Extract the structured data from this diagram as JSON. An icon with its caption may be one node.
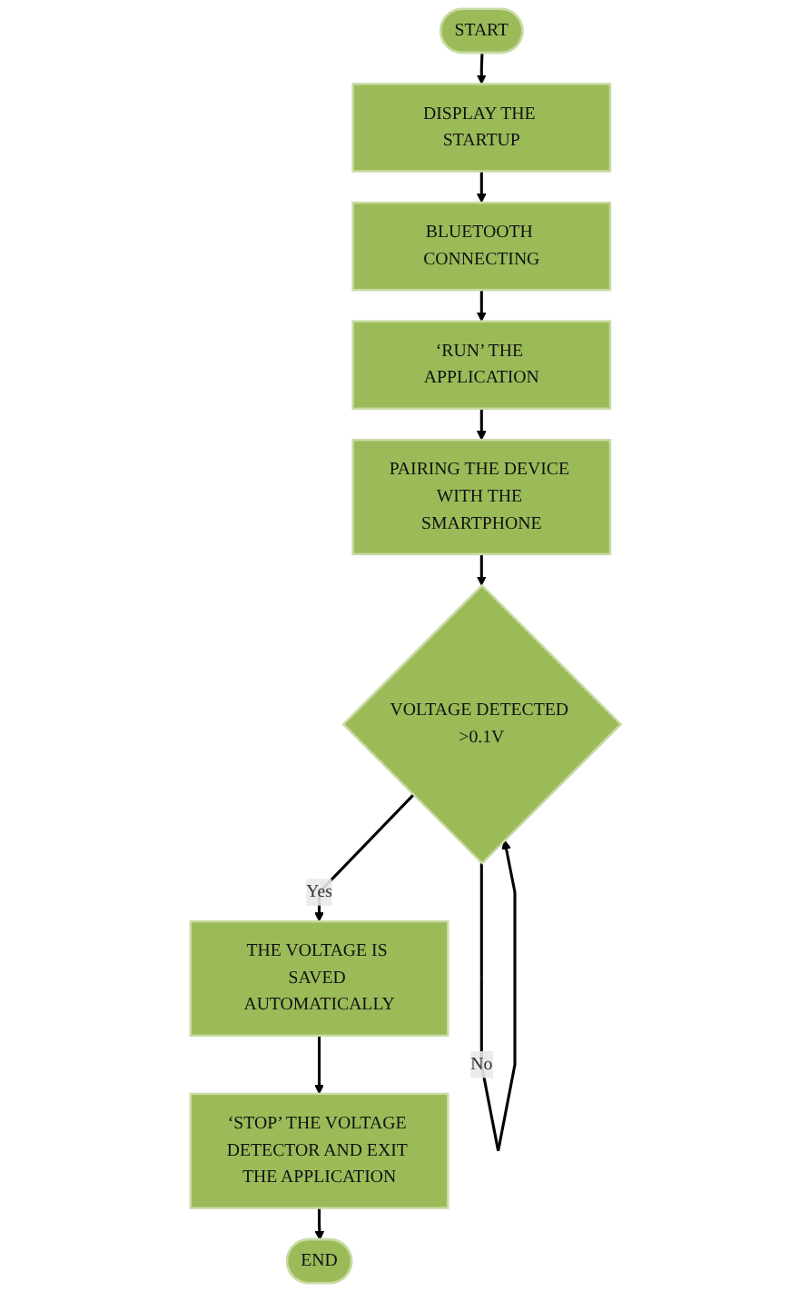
{
  "diagram": {
    "nodes": [
      {
        "text": [
          "START"
        ]
      },
      {
        "text": [
          "DISPLAY THE STARTUP"
        ]
      },
      {
        "text": [
          "BLUETOOTH CONNECTING"
        ]
      },
      {
        "text": [
          "‘RUN’ THE APPLICATION"
        ]
      },
      {
        "text": [
          "PAIRING THE DEVICE WITH THE SMARTPHONE"
        ]
      },
      {
        "text": [
          "VOLTAGE DETECTED >0.1V"
        ]
      },
      {
        "text": [
          "THE VOLTAGE IS SAVED AUTOMATICALLY"
        ]
      },
      {
        "text": [
          "‘STOP’ THE VOLTAGE DETECTOR AND EXIT THE APPLICATION"
        ]
      },
      {
        "text": [
          "END"
        ]
      }
    ],
    "edges": [
      {
        "from": 0,
        "to": 1,
        "arrow": "to"
      },
      {
        "from": 1,
        "to": 2,
        "arrow": "to"
      },
      {
        "from": 2,
        "to": 3,
        "arrow": "to"
      },
      {
        "from": 3,
        "to": 4,
        "arrow": "to"
      },
      {
        "from": 4,
        "to": 5,
        "arrow": "to"
      },
      {
        "from": 5,
        "to": 5,
        "label": "No",
        "arrow": "to"
      },
      {
        "from": 5,
        "to": 6,
        "label": "Yes",
        "arrow": "to"
      },
      {
        "from": 6,
        "to": 7,
        "arrow": "to"
      },
      {
        "from": 7,
        "to": 8,
        "arrow": "to"
      }
    ]
  }
}
